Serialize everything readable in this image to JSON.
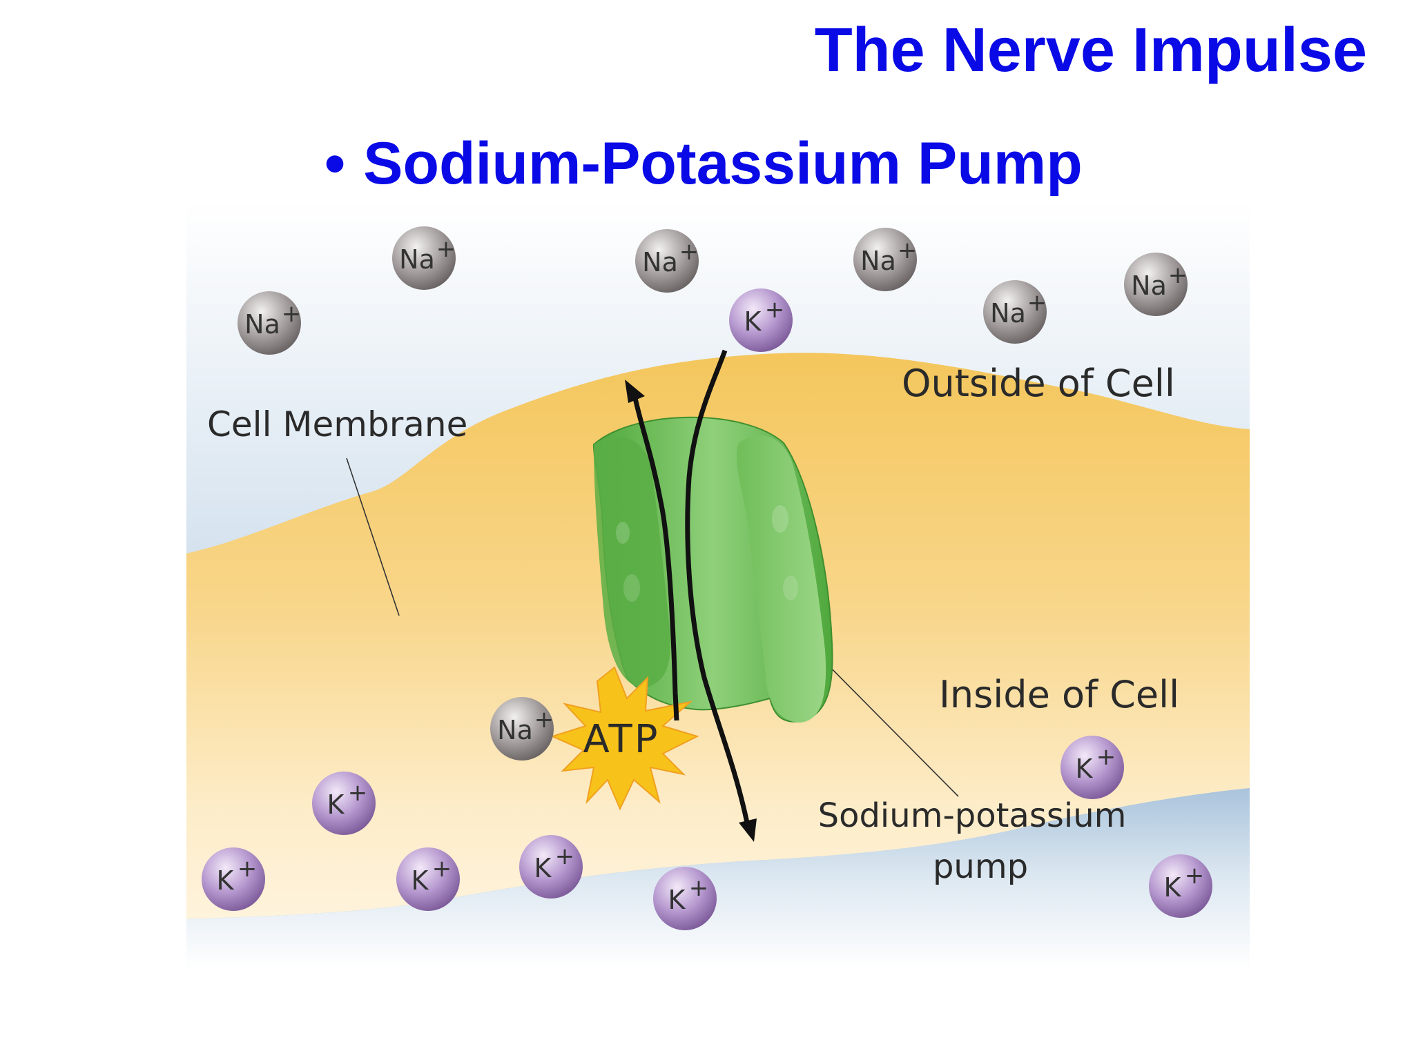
{
  "slide": {
    "title": "The Nerve Impulse",
    "bullet_symbol": "•",
    "bullet_text": "Sodium-Potassium Pump"
  },
  "diagram": {
    "labels": {
      "outside": "Outside of Cell",
      "inside": "Inside of Cell",
      "membrane": "Cell Membrane",
      "pump_line1": "Sodium-potassium",
      "pump_line2": "pump",
      "atp": "ATP"
    },
    "ions": {
      "na_symbol": "Na",
      "k_symbol": "K",
      "charge": "+"
    },
    "colors": {
      "sodium_ion": "#8e8888",
      "potassium_ion": "#9e7cb8",
      "membrane": "#f5c75a",
      "extracellular_fluid": "#8fb3d2",
      "pump_protein": "#5fb84a",
      "atp_burst": "#f7c21a",
      "title_text": "#0a0ae6"
    }
  }
}
